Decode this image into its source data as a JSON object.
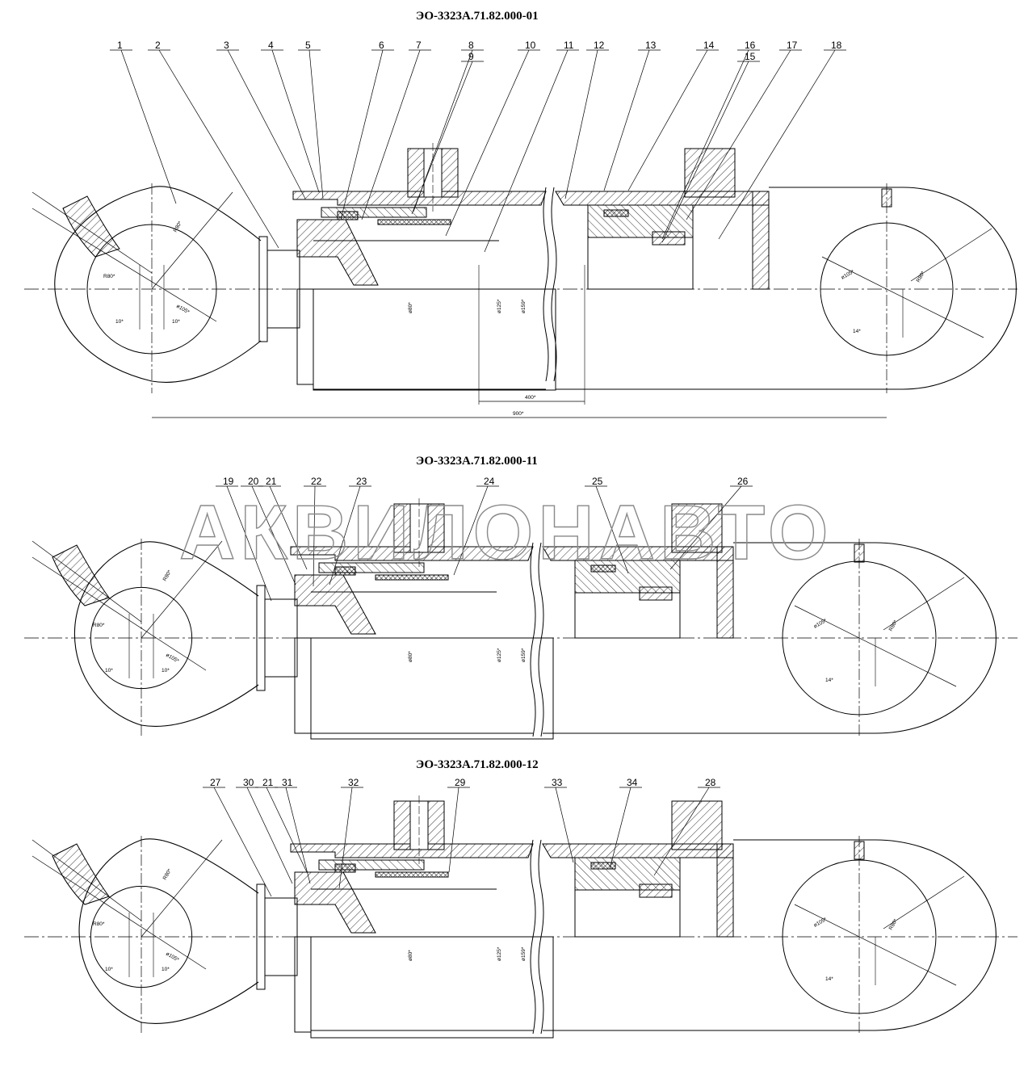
{
  "drawings": [
    {
      "title": "ЭО-3323А.71.82.000-01",
      "callouts": [
        "1",
        "2",
        "3",
        "4",
        "5",
        "6",
        "7",
        "8",
        "9",
        "10",
        "11",
        "12",
        "13",
        "14",
        "16",
        "17",
        "15",
        "18"
      ],
      "dims": {
        "rod": "ø80*",
        "bore": "ø125*",
        "outer": "ø159*",
        "eye_r": "R80*",
        "eye_d": "ø105*",
        "off_left": "10*",
        "off_right": "10*",
        "eye2_off": "14*",
        "stroke": "400*",
        "length": "900*"
      }
    },
    {
      "title": "ЭО-3323А.71.82.000-11",
      "callouts": [
        "19",
        "20",
        "21",
        "22",
        "23",
        "24",
        "25",
        "26"
      ],
      "dims": {
        "rod": "ø80*",
        "bore": "ø125*",
        "outer": "ø159*",
        "eye_r": "R80*",
        "eye_d": "ø105*",
        "off_left": "10*",
        "off_right": "10*",
        "eye2_off": "14*"
      }
    },
    {
      "title": "ЭО-3323А.71.82.000-12",
      "callouts": [
        "27",
        "30",
        "21",
        "31",
        "32",
        "29",
        "33",
        "34",
        "28"
      ],
      "dims": {
        "rod": "ø80*",
        "bore": "ø125*",
        "outer": "ø159*",
        "eye_r": "R80*",
        "eye_d": "ø105*",
        "off_left": "10*",
        "off_right": "10*",
        "eye2_off": "14*"
      }
    }
  ],
  "watermark": "АКВИЛОНАВТО"
}
